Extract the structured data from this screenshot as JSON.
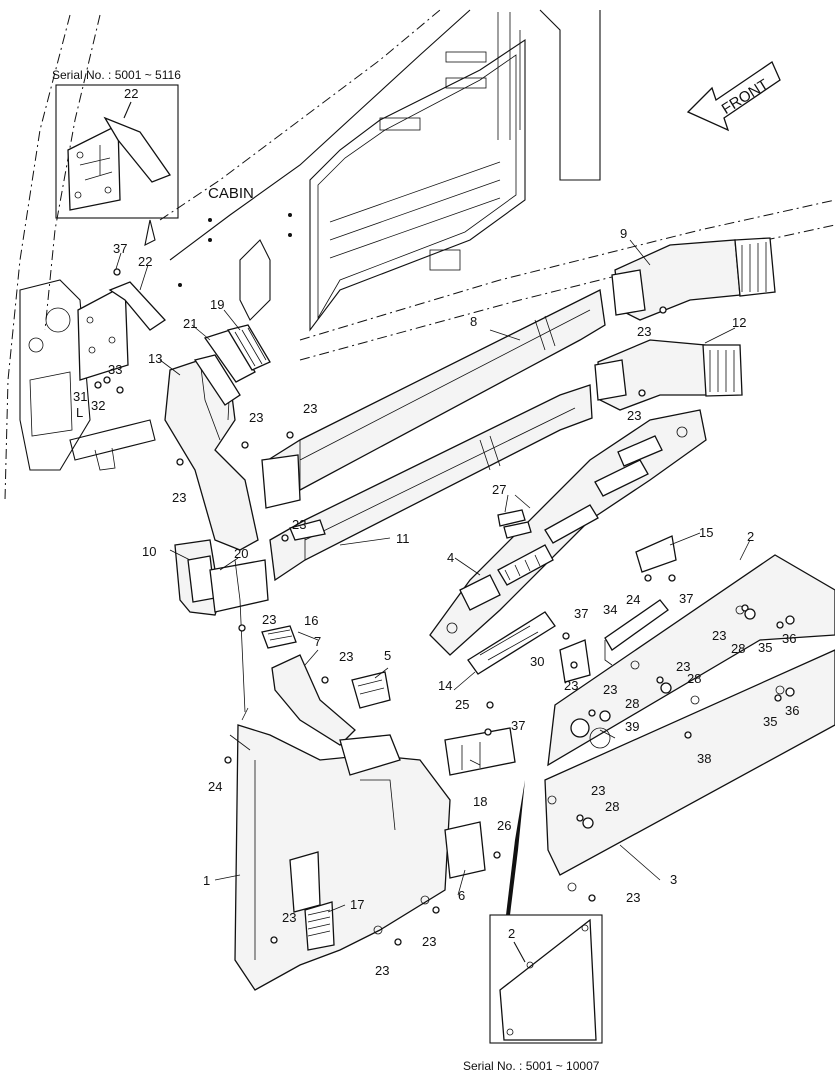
{
  "insets": {
    "top_caption": "Serial No. : 5001 ~ 5116",
    "bottom_caption": "Serial No. : 5001 ~ 10007",
    "top_part_number": "22",
    "bottom_part_number": "2"
  },
  "labels": {
    "cabin": "CABIN",
    "front": "FRONT"
  },
  "callouts": {
    "c1": "1",
    "c2": "2",
    "c3": "3",
    "c4": "4",
    "c5": "5",
    "c6": "6",
    "c7": "7",
    "c8": "8",
    "c9": "9",
    "c10": "10",
    "c11": "11",
    "c12": "12",
    "c13": "13",
    "c14": "14",
    "c15": "15",
    "c16": "16",
    "c17": "17",
    "c18": "18",
    "c19": "19",
    "c20": "20",
    "c21": "21",
    "c22": "22",
    "c23a": "23",
    "c23b": "23",
    "c23c": "23",
    "c23d": "23",
    "c23e": "23",
    "c23f": "23",
    "c23g": "23",
    "c23h": "23",
    "c23i": "23",
    "c23j": "23",
    "c23k": "23",
    "c23l": "23",
    "c23m": "23",
    "c23n": "23",
    "c23o": "23",
    "c23p": "23",
    "c23q": "23",
    "c24a": "24",
    "c24b": "24",
    "c25": "25",
    "c26": "26",
    "c27": "27",
    "c28a": "28",
    "c28b": "28",
    "c28c": "28",
    "c28d": "28",
    "c30": "30",
    "c31": "31",
    "c32": "32",
    "c33": "33",
    "c34": "34",
    "c35a": "35",
    "c35b": "35",
    "c36a": "36",
    "c36b": "36",
    "c37a": "37",
    "c37b": "37",
    "c37c": "37",
    "c37d": "37",
    "c38": "38",
    "c39": "39",
    "c_l": "L"
  }
}
